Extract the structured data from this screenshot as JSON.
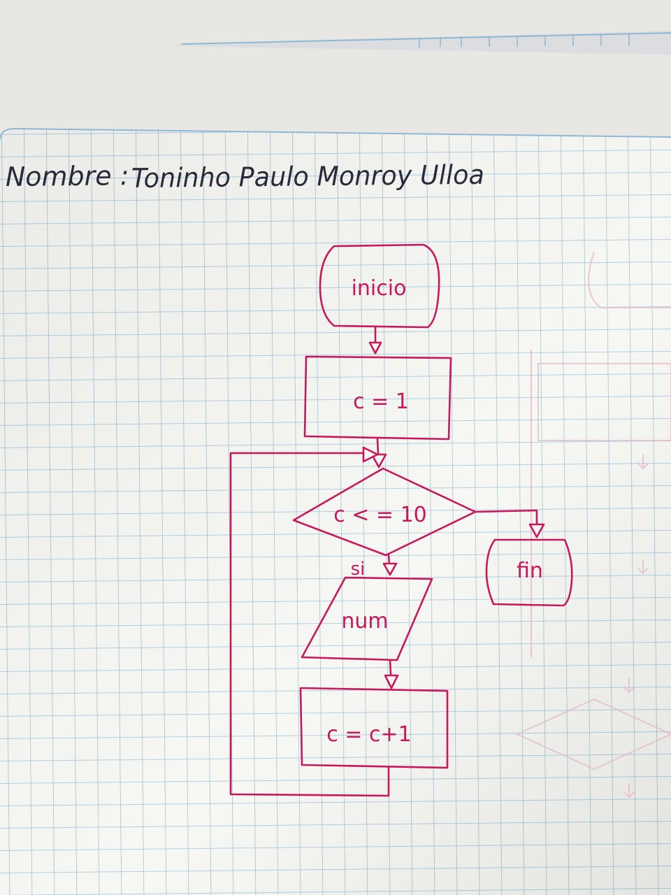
{
  "header": {
    "name_label": "Nombre :",
    "name_value": "Toninho Paulo Monroy Ulloa"
  },
  "flowchart": {
    "start_label": "inicio",
    "init_label": "c = 1",
    "condition_label": "c < = 10",
    "yes_label": "si",
    "output_label": "num",
    "increment_label": "c = c+1",
    "end_label": "fin"
  },
  "colors": {
    "paper": "#f7f7f3",
    "grid": "#9cc4dc",
    "ink_red": "#c8175a",
    "ink_dark": "#2a2a3a"
  }
}
